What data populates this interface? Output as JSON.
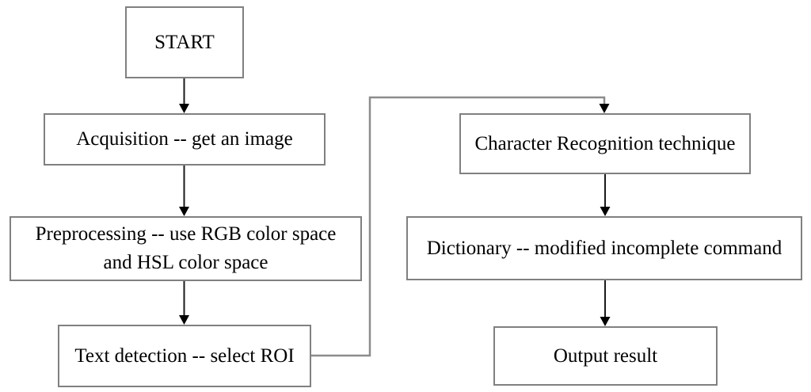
{
  "diagram": {
    "type": "flowchart",
    "nodes": [
      {
        "id": "start",
        "label": "START"
      },
      {
        "id": "acquisition",
        "label": "Acquisition -- get an image"
      },
      {
        "id": "preprocessing",
        "label_lines": [
          "Preprocessing -- use RGB color space",
          "and HSL color space"
        ]
      },
      {
        "id": "text_detection",
        "label": "Text detection -- select ROI"
      },
      {
        "id": "character_recognition",
        "label": "Character Recognition technique"
      },
      {
        "id": "dictionary",
        "label": "Dictionary -- modified incomplete command"
      },
      {
        "id": "output",
        "label": "Output result"
      }
    ],
    "edges": [
      {
        "from": "start",
        "to": "acquisition",
        "style": "arrow-down"
      },
      {
        "from": "acquisition",
        "to": "preprocessing",
        "style": "arrow-down"
      },
      {
        "from": "preprocessing",
        "to": "text_detection",
        "style": "arrow-down"
      },
      {
        "from": "text_detection",
        "to": "character_recognition",
        "style": "elbow-right-up-right-down"
      },
      {
        "from": "character_recognition",
        "to": "dictionary",
        "style": "arrow-down"
      },
      {
        "from": "dictionary",
        "to": "output",
        "style": "arrow-down"
      }
    ],
    "colors": {
      "background": "#ffffff",
      "box_border": "#808080",
      "connector": "#8c8c8c",
      "arrow_line": "#1a1a1a",
      "arrow_head": "#000000",
      "text": "#000000"
    }
  }
}
